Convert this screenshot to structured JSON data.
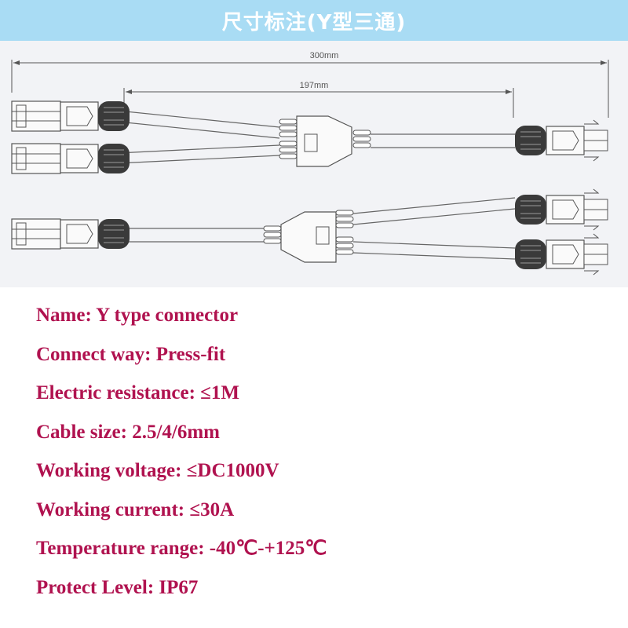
{
  "banner": {
    "title": "尺寸标注(Y型三通)"
  },
  "dimensions": {
    "overall_length": "300mm",
    "branch_length": "197mm"
  },
  "colors": {
    "banner_bg": "#a9dcf4",
    "spec_text": "#b0124f",
    "diagram_bg": "#f2f3f6",
    "line": "#555555"
  },
  "specs": [
    {
      "text": "Name: Y type connector"
    },
    {
      "text": "Connect way: Press-fit"
    },
    {
      "text": "Electric resistance: ≤1M"
    },
    {
      "text": "Cable size: 2.5/4/6mm"
    },
    {
      "text": "Working voltage: ≤DC1000V"
    },
    {
      "text": "Working current: ≤30A"
    },
    {
      "text": "Temperature range: -40℃-+125℃"
    },
    {
      "text": "Protect Level: IP67"
    }
  ]
}
